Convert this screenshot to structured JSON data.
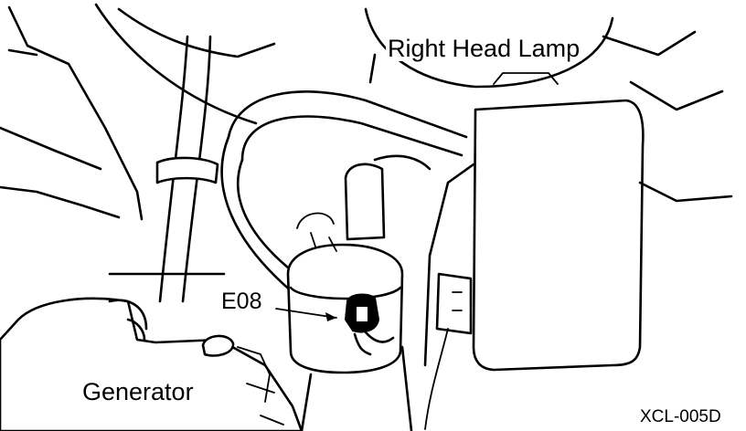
{
  "labels": {
    "right_head_lamp": "Right Head Lamp",
    "connector": "E08",
    "generator": "Generator",
    "figure_code": "XCL-005D"
  },
  "colors": {
    "ink": "#000000",
    "paper": "#ffffff"
  }
}
